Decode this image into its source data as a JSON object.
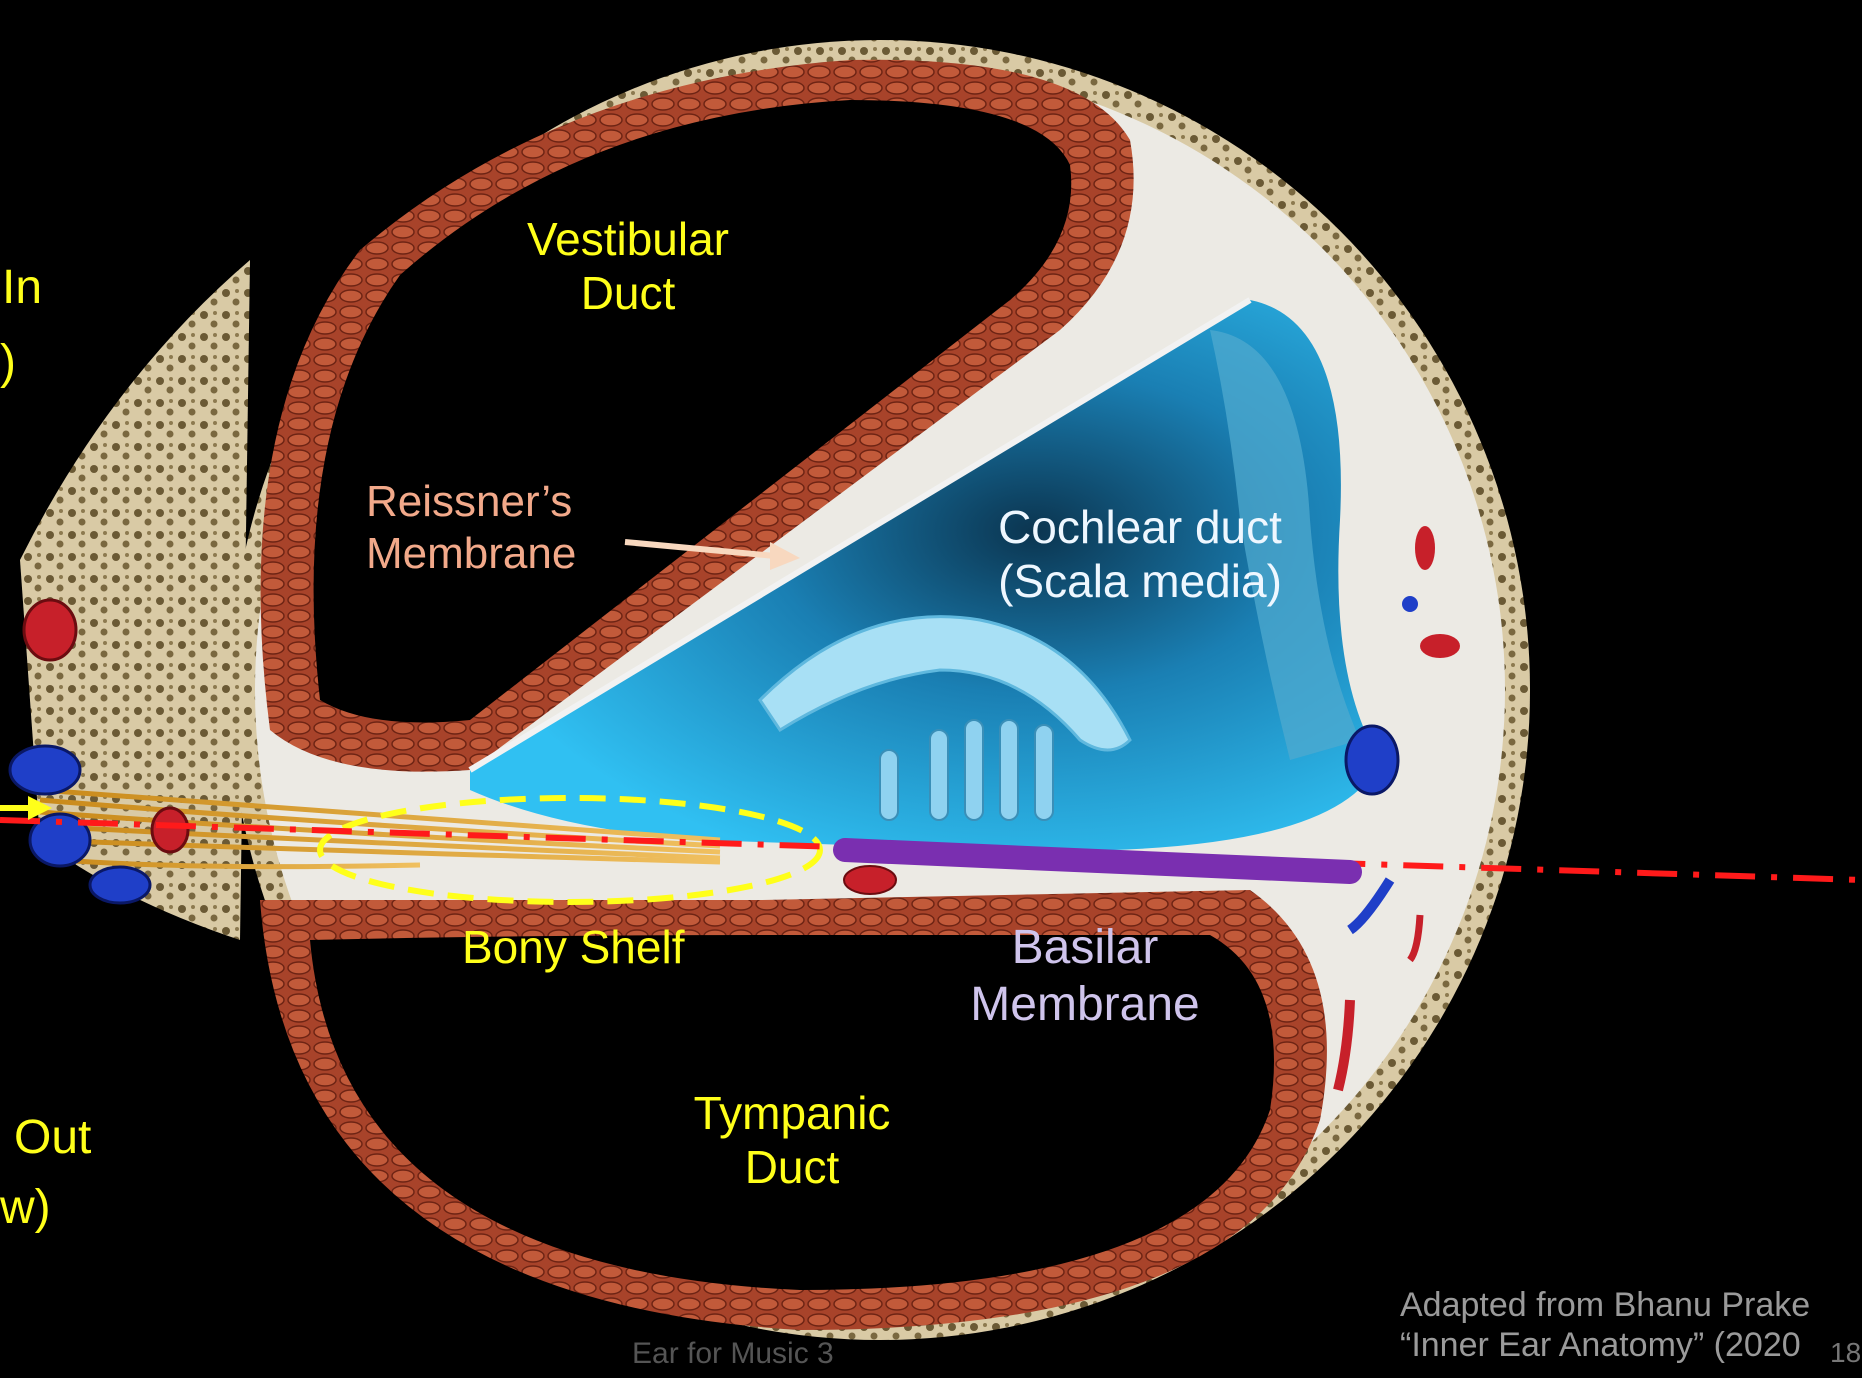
{
  "labels": {
    "left_in": "In",
    "left_in_paren": ")",
    "left_out": "Out",
    "left_out_paren": "w)",
    "vestibular_duct": [
      "Vestibular",
      "Duct"
    ],
    "reissners_membrane": [
      "Reissner’s",
      "Membrane"
    ],
    "cochlear_duct": [
      "Cochlear duct",
      "(Scala media)"
    ],
    "bony_shelf": "Bony Shelf",
    "basilar_membrane": [
      "Basilar",
      "Membrane"
    ],
    "tympanic_duct": [
      "Tympanic",
      "Duct"
    ],
    "footer_source": [
      "Adapted from Bhanu Prake",
      "“Inner Ear Anatomy” (2020"
    ],
    "footer_course": "Ear for Music 3",
    "page_number": "18"
  },
  "colors": {
    "background": "#000000",
    "bone": "#d8c9a4",
    "tissue_red": "#b0472c",
    "endolymph_blue": "#29b6ef",
    "yellow_label": "#ffff1a",
    "reference_line": "#ff1a1a",
    "basilar_highlight": "#7a2fb0"
  }
}
